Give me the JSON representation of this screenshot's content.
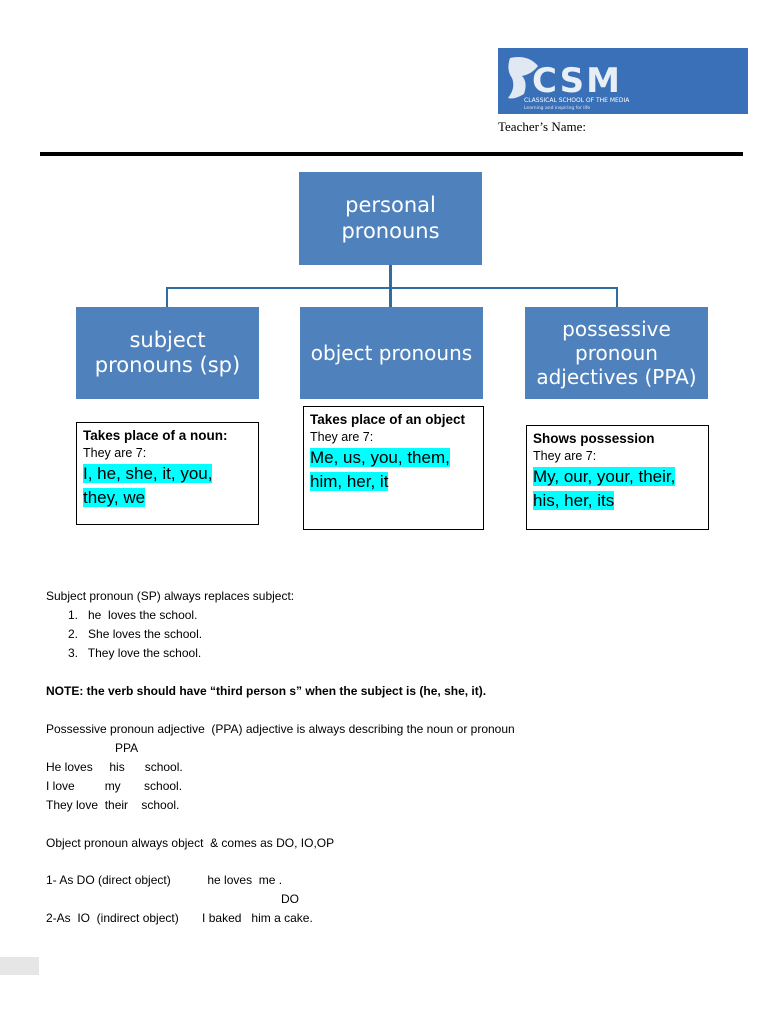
{
  "logo": {
    "mark": "CSM",
    "line1": "CLASSICAL SCHOOL OF THE MEDIA",
    "line2": "Learning and inspiring for life"
  },
  "header": {
    "teacher_label": "Teacher’s Name:"
  },
  "diagram": {
    "root": [
      "personal",
      "pronouns"
    ],
    "children": [
      {
        "title": [
          "subject",
          "pronouns (sp)"
        ],
        "head": "Takes place of a noun:",
        "count": "They are 7:",
        "list": [
          "I, he, she, it, you,",
          "they, we"
        ]
      },
      {
        "title": [
          "object pronouns"
        ],
        "head": "Takes place of an object",
        "count": "They are 7:",
        "list": [
          "Me, us, you, them,",
          "him, her, it"
        ]
      },
      {
        "title": [
          "possessive",
          "pronoun",
          "adjectives (PPA)"
        ],
        "head": "Shows possession",
        "count": "They are 7:",
        "list": [
          "My, our, your, their,",
          "his, her, its"
        ]
      }
    ]
  },
  "body": {
    "sp_intro": "Subject pronoun (SP) always replaces subject:",
    "sp_examples": [
      "1.   he  loves the school.",
      "2.   She loves the school.",
      "3.   They love the school."
    ],
    "note": "NOTE: the verb should have “third person s” when the subject is (he, she, it).",
    "ppa_intro": "Possessive pronoun adjective  (PPA) adjective is always describing the noun or pronoun",
    "ppa_label": "PPA",
    "ppa_examples": [
      "He loves     his      school.",
      "I love         my       school.",
      "They love  their    school."
    ],
    "op_intro": "Object pronoun always object  & comes as DO, IO,OP",
    "do_line": "1- As DO (direct object)           he loves  me .",
    "do_label": "DO",
    "io_line": "2-As  IO  (indirect object)       I baked   him a cake."
  }
}
